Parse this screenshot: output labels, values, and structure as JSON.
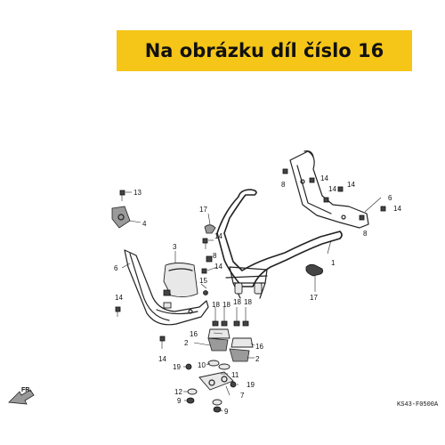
{
  "banner": {
    "text": "Na obrázku díl číslo 16"
  },
  "diagram_code": "KS43-F0500A",
  "direction_label": "FR.",
  "callouts": {
    "c13": "13",
    "c4": "4",
    "c3": "3",
    "c6a": "6",
    "c17a": "17",
    "c14a": "14",
    "c14b": "14",
    "c8a": "8",
    "c15": "15",
    "c14c": "14",
    "c18a": "18",
    "c18b": "18",
    "c18c": "18",
    "c18d": "18",
    "c16a": "16",
    "c16b": "16",
    "c2a": "2",
    "c2b": "2",
    "c14d": "14",
    "c19a": "19",
    "c10": "10",
    "c11": "11",
    "c19b": "19",
    "c12": "12",
    "c7": "7",
    "c9a": "9",
    "c9b": "9",
    "c8b": "8",
    "c14e": "14",
    "c14f": "14",
    "c14g": "14",
    "c6b": "6",
    "c8c": "8",
    "c14h": "14",
    "c1": "1",
    "c17b": "17"
  },
  "colors": {
    "banner_bg": "#f5c518",
    "ink": "#222222"
  }
}
